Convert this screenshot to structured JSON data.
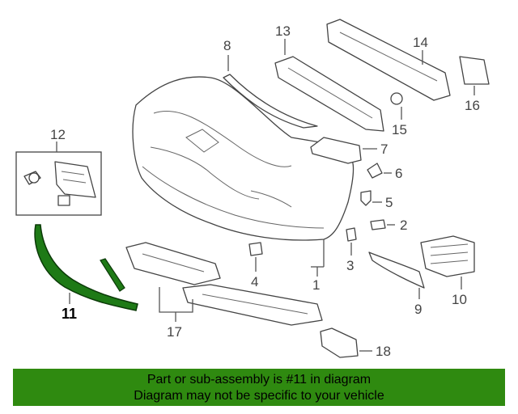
{
  "diagram": {
    "highlight_color": "#1e7a16",
    "callouts": {
      "c1": "1",
      "c2": "2",
      "c3": "3",
      "c4": "4",
      "c5": "5",
      "c6": "6",
      "c7": "7",
      "c8": "8",
      "c9": "9",
      "c10": "10",
      "c11": "11",
      "c12": "12",
      "c13": "13",
      "c14": "14",
      "c15": "15",
      "c16": "16",
      "c17": "17",
      "c18": "18"
    }
  },
  "banner": {
    "background": "#2f8a10",
    "line1": "Part or sub-assembly is #11 in diagram",
    "line2": "Diagram may not be specific to your vehicle"
  }
}
